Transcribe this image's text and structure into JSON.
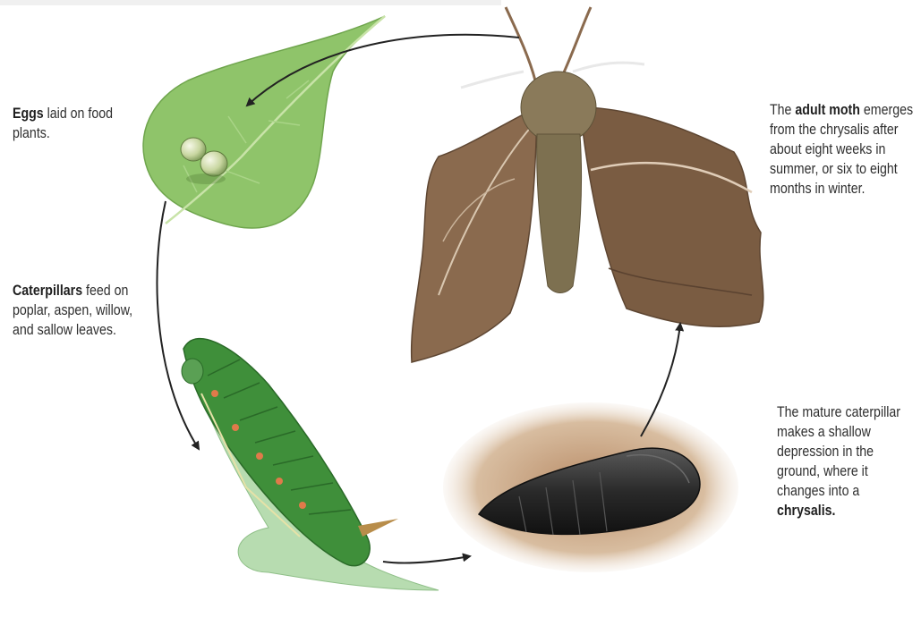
{
  "captions": {
    "eggs": {
      "bold": "Eggs",
      "text": " laid on food plants."
    },
    "caterpillars": {
      "bold": "Caterpillars",
      "text": " feed on poplar, aspen, willow, and sallow leaves."
    },
    "moth": {
      "pre": "The ",
      "bold": "adult moth",
      "text": " emerges from the chrysalis after about eight weeks in summer, or six to eight months in winter."
    },
    "chrysalis": {
      "text": "The mature caterpillar makes a shallow depression in the ground, where it changes into a ",
      "bold": "chrysalis."
    }
  },
  "colors": {
    "leaf": "#8fc46a",
    "leaf_dark": "#5f9a3e",
    "caterpillar": "#3f8f3a",
    "moth_wing": "#8a6a4e",
    "moth_body": "#8a7a5a",
    "chrysalis": "#2b2b2b",
    "soil": "#c9a585",
    "arrow": "#222222"
  }
}
